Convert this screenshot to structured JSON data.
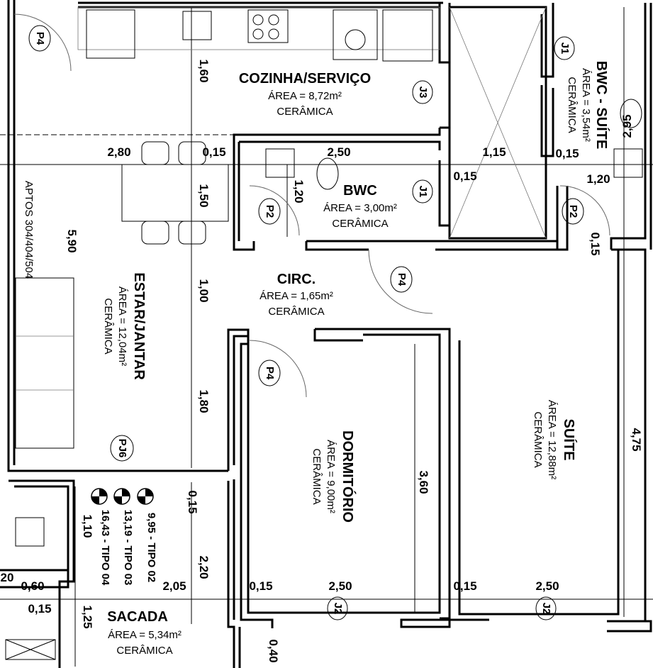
{
  "rooms": {
    "kitchen": {
      "name": "COZINHA/SERVIÇO",
      "area": "ÁREA = 8,72m²",
      "finish": "CERÂMICA"
    },
    "bwc": {
      "name": "BWC",
      "area": "ÁREA = 3,00m²",
      "finish": "CERÂMICA"
    },
    "bwc_suite": {
      "name": "BWC - SUÍTE",
      "area": "ÁREA = 3,54m²",
      "finish": "CERÂMICA"
    },
    "circ": {
      "name": "CIRC.",
      "area": "ÁREA = 1,65m²",
      "finish": "CERÂMICA"
    },
    "living": {
      "name": "ESTAR/JANTAR",
      "area": "ÁREA = 12,04m²",
      "finish": "CERÂMICA"
    },
    "dormitorio": {
      "name": "DORMITÓRIO",
      "area": "ÁREA = 9,00m²",
      "finish": "CERÂMICA"
    },
    "suite": {
      "name": "SUÍTE",
      "area": "ÁREA = 12,88m²",
      "finish": "CERÂMICA"
    },
    "sacada": {
      "name": "SACADA",
      "area": "ÁREA = 5,34m²",
      "finish": "CERÂMICA"
    }
  },
  "apartments_note": "APTOS 304/404/504",
  "tags": {
    "p4": "P4",
    "p2": "P2",
    "pj6": "PJ6",
    "j1": "J1",
    "j2": "J2",
    "j3": "J3"
  },
  "dimensions": {
    "d_1_60": "1,60",
    "d_2_80": "2,80",
    "d_0_15": "0,15",
    "d_2_50": "2,50",
    "d_1_15": "1,15",
    "d_2_95": "2,95",
    "d_1_20": "1,20",
    "d_1_50": "1,50",
    "d_5_90": "5,90",
    "d_1_00": "1,00",
    "d_1_80": "1,80",
    "d_4_75": "4,75",
    "d_3_60": "3,60",
    "d_1_10": "1,10",
    "d_2_20": "2,20",
    "d_2_05": "2,05",
    "d_0_60": "0,60",
    "d_1_25": "1,25",
    "d_0_40": "0,40",
    "d_20": "20"
  },
  "levels": [
    "16,43 - TIPO 04",
    "13,19 - TIPO 03",
    "9,95 - TIPO 02"
  ]
}
